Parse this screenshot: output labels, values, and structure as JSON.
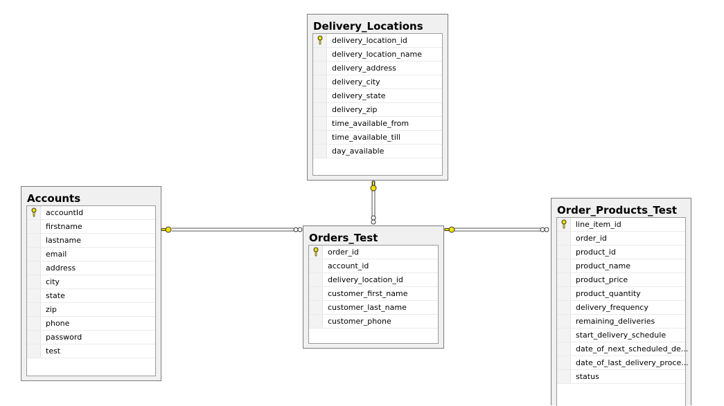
{
  "tables": {
    "delivery_locations": {
      "title": "Delivery_Locations",
      "columns": [
        "delivery_location_id",
        "delivery_location_name",
        "delivery_address",
        "delivery_city",
        "delivery_state",
        "delivery_zip",
        "time_available_from",
        "time_available_till",
        "day_available"
      ],
      "key_columns": [
        "delivery_location_id"
      ]
    },
    "accounts": {
      "title": "Accounts",
      "columns": [
        "accountId",
        "firstname",
        "lastname",
        "email",
        "address",
        "city",
        "state",
        "zip",
        "phone",
        "password",
        "test"
      ],
      "key_columns": [
        "accountId"
      ]
    },
    "orders_test": {
      "title": "Orders_Test",
      "columns": [
        "order_id",
        "account_id",
        "delivery_location_id",
        "customer_first_name",
        "customer_last_name",
        "customer_phone"
      ],
      "key_columns": [
        "order_id"
      ]
    },
    "order_products_test": {
      "title": "Order_Products_Test",
      "columns": [
        "line_item_id",
        "order_id",
        "product_id",
        "product_name",
        "product_price",
        "product_quantity",
        "delivery_frequency",
        "remaining_deliveries",
        "start_delivery_schedule",
        "date_of_next_scheduled_de...",
        "date_of_last_delivery_proce...",
        "status"
      ],
      "key_columns": [
        "line_item_id"
      ]
    }
  },
  "relationships": [
    {
      "from": "delivery_locations",
      "to": "orders_test",
      "one_end_icon": "key-icon",
      "many_end_icon": "infinity-icon"
    },
    {
      "from": "accounts",
      "to": "orders_test",
      "one_end_icon": "key-icon",
      "many_end_icon": "infinity-icon"
    },
    {
      "from": "orders_test",
      "to": "order_products_test",
      "one_end_icon": "key-icon",
      "many_end_icon": "infinity-icon"
    }
  ],
  "colors": {
    "connector": "#505050",
    "key": "#f0e000",
    "panel": "#f0f0f0",
    "border": "#7a7a7a"
  }
}
